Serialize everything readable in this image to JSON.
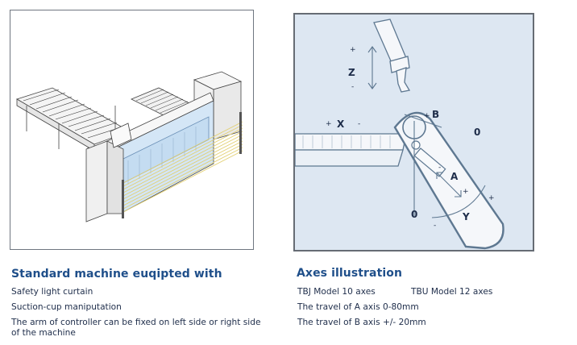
{
  "left_section": {
    "heading": "Standard machine euqipted with",
    "features": [
      "Safety light curtain",
      "Suction-cup maniputation",
      "The arm of controller can be fixed on left side or right side of the machine"
    ]
  },
  "right_section": {
    "heading": "Axes illustration",
    "rows": [
      {
        "left": "TBJ Model   10 axes",
        "right": "TBU Model   12 axes"
      },
      {
        "left": "The travel of A axis   0-80mm"
      },
      {
        "left": "The travel of B axis   +/-   20mm"
      }
    ]
  },
  "axes_diagram": {
    "z_axis": {
      "name": "Z",
      "plus": "+",
      "minus": "-"
    },
    "x_axis": {
      "name": "X",
      "plus": "+",
      "minus": "-"
    },
    "b_axis": {
      "name": "B",
      "plus": "+",
      "zero": "0"
    },
    "a_axis": {
      "name": "A",
      "plus": "+",
      "minus": "-"
    },
    "y_axis": {
      "name": "Y",
      "plus": "+",
      "minus": "-",
      "zero": "0"
    }
  },
  "colors": {
    "heading": "#1f4f8a",
    "diagram_background": "#dde7f2",
    "light_curtain": "#e8d98a"
  }
}
